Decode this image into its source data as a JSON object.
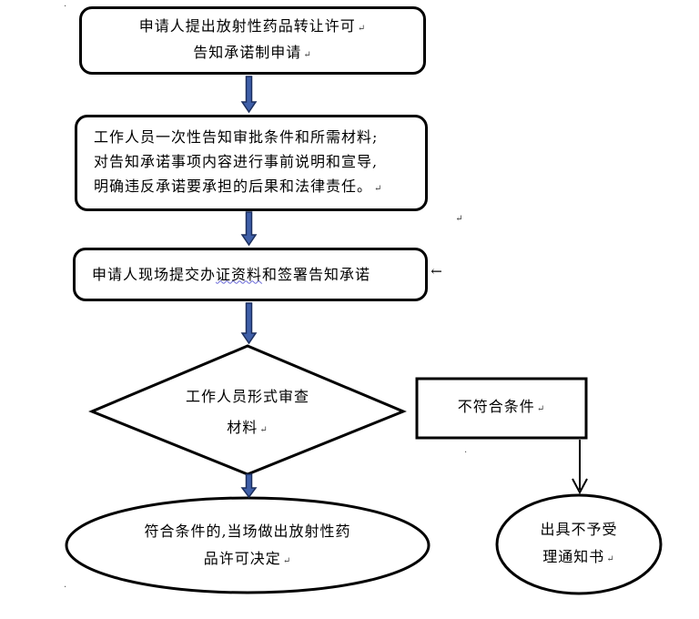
{
  "steps": {
    "step1": {
      "line1": "申请人提出放射性药品转让许可",
      "line2": "告知承诺制申请"
    },
    "step2": {
      "line1": "工作人员一次性告知审批条件和所需材料;",
      "line2": "对告知承诺事项内容进行事前说明和宣导,",
      "line3": "明确违反承诺要承担的后果和法律责任。"
    },
    "step3": {
      "text_a": "申请人现场提交办",
      "text_squiggle": "证资料",
      "text_b": "和签署告知承诺"
    },
    "decision": {
      "line1": "工作人员形式审查",
      "line2": "材料"
    },
    "reject_condition": {
      "text": "不符合条件"
    },
    "approve_outcome": {
      "line1": "符合条件的,当场做出放射性药",
      "line2": "品许可决定"
    },
    "reject_outcome": {
      "line1": "出具不予受",
      "line2": "理通知书"
    }
  },
  "marks": {
    "paragraph": "↵",
    "back_arrow": "←"
  },
  "colors": {
    "arrow_fill": "#3f5fa8",
    "arrow_stroke": "#1c2f5e",
    "border": "#000000"
  }
}
